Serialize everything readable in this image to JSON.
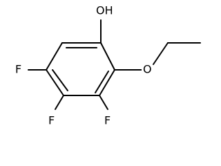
{
  "molecule": {
    "atoms": {
      "hydroxyl": "OH",
      "ether_oxygen": "O",
      "fluorine_top_left": "F",
      "fluorine_bottom_left": "F",
      "fluorine_bottom_right": "F"
    }
  }
}
